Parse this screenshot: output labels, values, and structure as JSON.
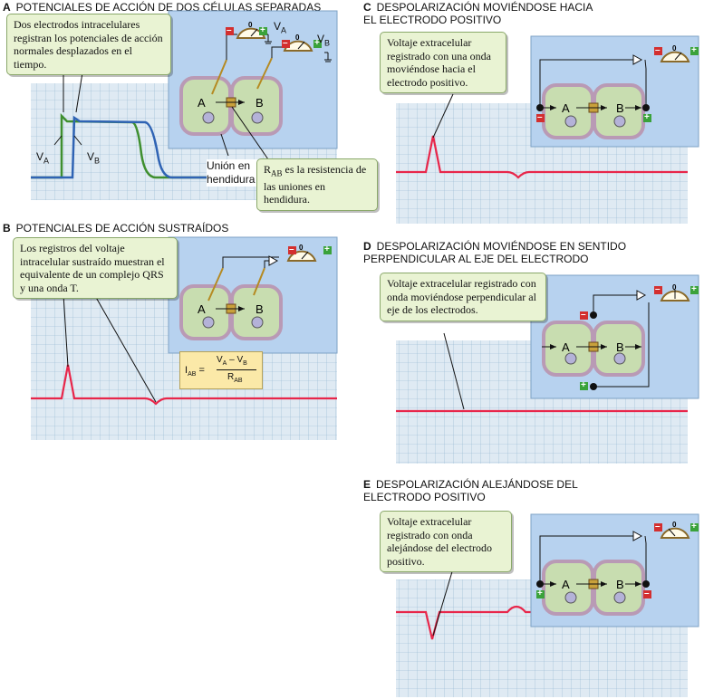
{
  "panels": {
    "A": {
      "letter": "A",
      "title": "POTENCIALES DE ACCIÓN DE DOS CÉLULAS SEPARADAS",
      "callout": "Dos electrodos intracelulares registran los potenciales de acción normales desplazados en el tiempo.",
      "va": "V",
      "va_sub": "A",
      "vb": "V",
      "vb_sub": "B",
      "cell_a": "A",
      "cell_b": "B",
      "meter_value": "0",
      "junction_label": "Unión en hendidura",
      "rab_main": "R",
      "rab_sub": "AB",
      "rab_text": " es la resistencia de las uniones en hendidura."
    },
    "B": {
      "letter": "B",
      "title": "POTENCIALES DE ACCIÓN SUSTRAÍDOS",
      "callout": "Los registros del voltaje intracelular sustraído muestran el equivalente de un complejo QRS y una onda T.",
      "cell_a": "A",
      "cell_b": "B",
      "meter_value": "0",
      "formula_lhs": "I",
      "formula_lhs_sub": "AB",
      "formula_num": "V",
      "formula_num_sub_a": "A",
      "formula_minus": "– V",
      "formula_num_sub_b": "B",
      "formula_den": "R",
      "formula_den_sub": "AB"
    },
    "C": {
      "letter": "C",
      "title": "DESPOLARIZACIÓN MOVIÉNDOSE HACIA EL ELECTRODO POSITIVO",
      "callout": "Voltaje extracelular registrado con una onda moviéndose hacia el electrodo positivo.",
      "cell_a": "A",
      "cell_b": "B",
      "meter_value": "0"
    },
    "D": {
      "letter": "D",
      "title": "DESPOLARIZACIÓN MOVIÉNDOSE EN SENTIDO PERPENDICULAR AL EJE DEL ELECTRODO",
      "callout": "Voltaje extracelular registrado con onda moviéndose perpendicular al eje de los electrodos.",
      "cell_a": "A",
      "cell_b": "B",
      "meter_value": "0"
    },
    "E": {
      "letter": "E",
      "title": "DESPOLARIZACIÓN ALEJÁNDOSE DEL ELECTRODO POSITIVO",
      "callout": "Voltaje extracelular registrado con onda alejándose del electrodo positivo.",
      "cell_a": "A",
      "cell_b": "B",
      "meter_value": "0"
    }
  },
  "signs": {
    "plus": "+",
    "minus": "–"
  },
  "colors": {
    "grid_bg": "#dfeaf3",
    "grid_line": "#8fb3cf",
    "box_bg": "#b7d2ef",
    "trace_red": "#e8264a",
    "trace_green": "#3f8f2f",
    "trace_blue": "#2f63b4",
    "callout_bg": "#e9f3d3",
    "cell_fill": "#c8ddb0"
  }
}
